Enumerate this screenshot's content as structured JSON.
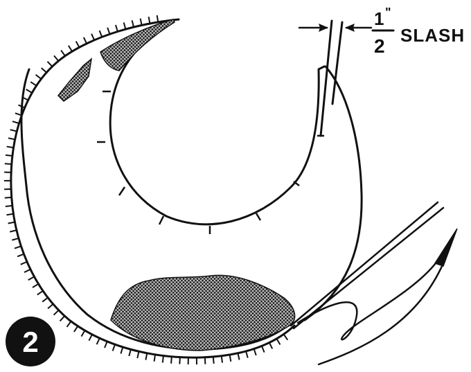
{
  "figure": {
    "step_number": "2",
    "dimension_numerator": "1",
    "dimension_inch_mark": "\"",
    "dimension_denominator": "2",
    "dimension_word": "SLASH"
  },
  "colors": {
    "ink": "#111111",
    "paper": "#ffffff"
  },
  "icons": {
    "step_badge": "numbered-circle-badge",
    "needle": "sewing-needle-icon"
  }
}
